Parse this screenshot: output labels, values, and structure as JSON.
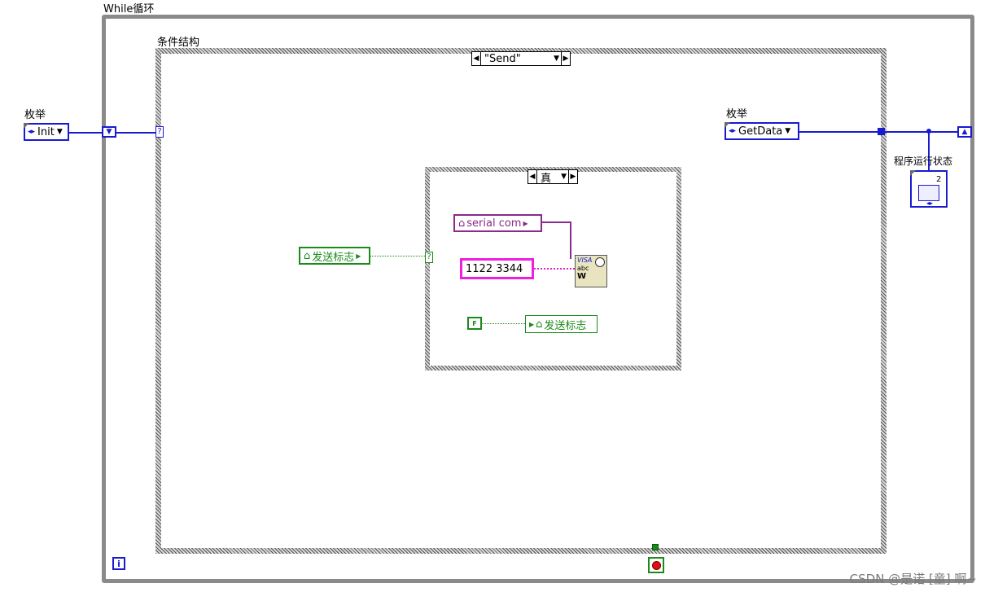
{
  "while_loop": {
    "label": "While循环"
  },
  "case_structure": {
    "label": "条件结构",
    "selector": "\"Send\""
  },
  "inner_case": {
    "selector": "真"
  },
  "enum_left": {
    "label": "枚举",
    "value": "Init"
  },
  "enum_right": {
    "label": "枚举",
    "value": "GetData"
  },
  "local_send_flag_read": "发送标志",
  "local_serial": "serial com",
  "string_constant": "1122 3344",
  "bool_false": "F",
  "local_send_flag_write": "发送标志",
  "state_indicator": {
    "label": "程序运行状态",
    "value": "2"
  },
  "visa_icon": {
    "line1": "VISA",
    "line2": "abc",
    "line3": "W"
  },
  "loop_iteration": "i",
  "case_selector_terminal": "?",
  "watermark": "CSDN @是诺 [童] 啊~",
  "colors": {
    "enum_wire": "#1a1ad0",
    "string_wire": "#e020c8",
    "bool_wire": "#1a8a1a",
    "loop_border": "#8a8a8a"
  },
  "icons": [
    "shift-register-left-icon",
    "shift-register-right-icon",
    "case-selector-icon",
    "visa-write-icon",
    "stop-button-icon",
    "iteration-terminal-icon"
  ]
}
